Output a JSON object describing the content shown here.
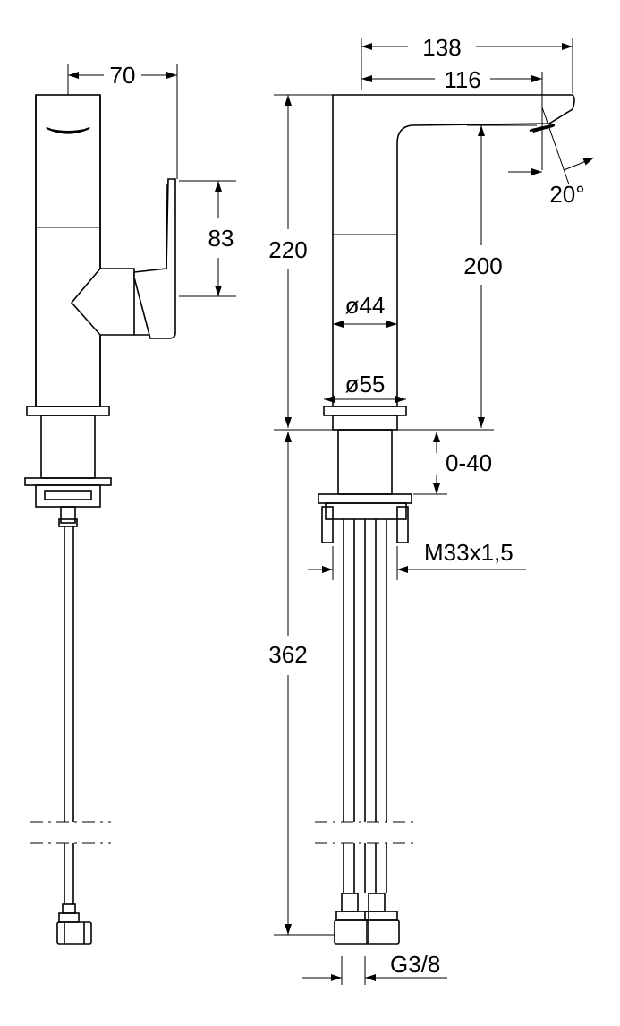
{
  "dimensions": {
    "width_70": "70",
    "handle_83": "83",
    "reach_138": "138",
    "reach_116": "116",
    "angle_20": "20°",
    "height_220": "220",
    "spout_200": "200",
    "dia_44": "ø44",
    "dia_55": "ø55",
    "adjust_0_40": "0-40",
    "thread_m33": "M33x1,5",
    "length_362": "362",
    "conn_g38": "G3/8"
  }
}
